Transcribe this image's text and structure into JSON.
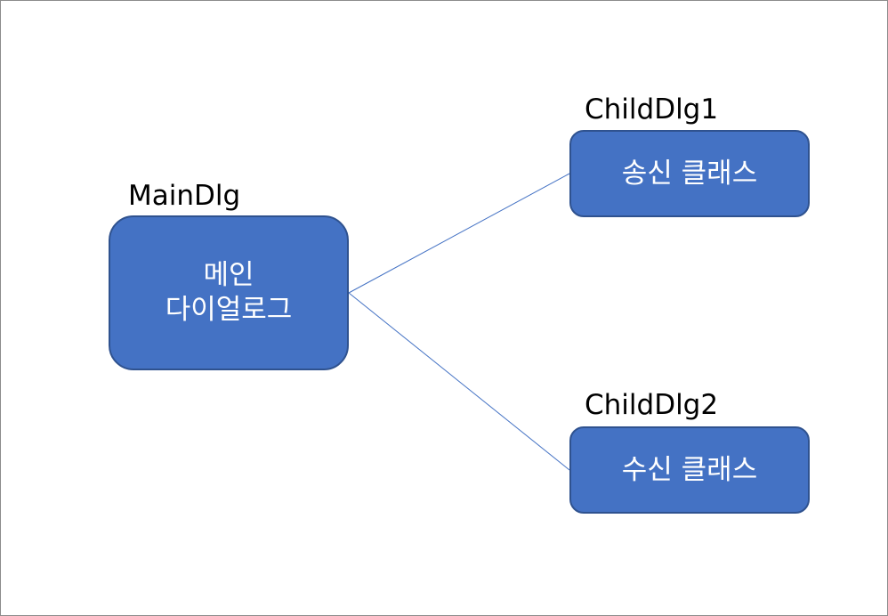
{
  "nodes": {
    "main": {
      "caption": "MainDlg",
      "line1": "메인",
      "line2": "다이얼로그"
    },
    "child1": {
      "caption": "ChildDlg1",
      "label": "송신 클래스"
    },
    "child2": {
      "caption": "ChildDlg2",
      "label": "수신 클래스"
    }
  },
  "colors": {
    "node_fill": "#4472c4",
    "node_border": "#2f528f",
    "connector": "#4472c4"
  }
}
